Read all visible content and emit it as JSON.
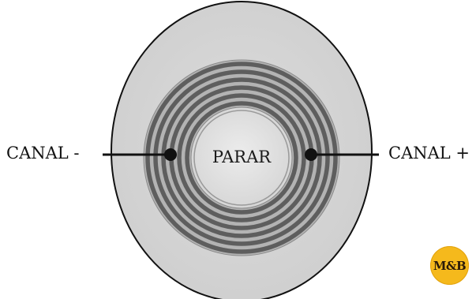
{
  "diagram": {
    "left_label": "CANAL -",
    "right_label": "CANAL +",
    "center_label": "PARAR",
    "ring_count": 6,
    "colors": {
      "outer_disc": "#d7d7d7",
      "outline": "#111111",
      "ring_dark": "#5e5e5e",
      "ring_light": "#b3b3b3",
      "center_button": "#e2e2e2",
      "connector": "#111111"
    }
  },
  "logo": {
    "text": "M&B",
    "color": "#f5b91c",
    "icon": "mb-logo-icon"
  }
}
